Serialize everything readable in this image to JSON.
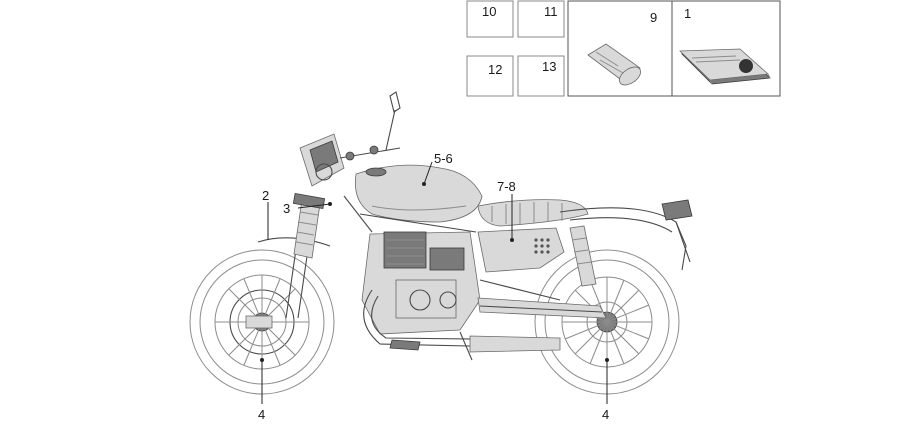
{
  "callouts": {
    "c1": "1",
    "c2": "2",
    "c3": "3",
    "c4_front": "4",
    "c4_rear": "4",
    "c5_6": "5-6",
    "c7_8": "7-8",
    "c9": "9",
    "c10": "10",
    "c11": "11",
    "c12": "12",
    "c13": "13"
  }
}
